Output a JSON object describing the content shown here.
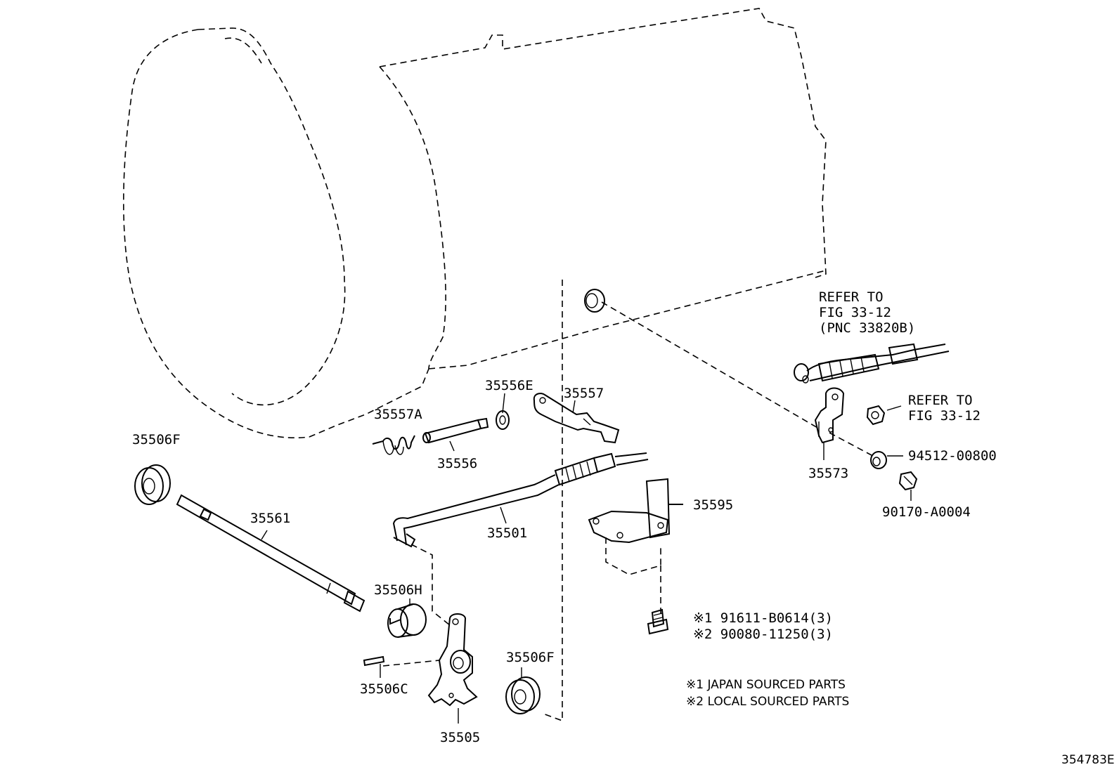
{
  "parts": {
    "p35506F_top": "35506F",
    "p35561": "35561",
    "p35557A": "35557A",
    "p35556": "35556",
    "p35556E": "35556E",
    "p35557": "35557",
    "p35501": "35501",
    "p35506H": "35506H",
    "p35506C": "35506C",
    "p35505": "35505",
    "p35506F_bot": "35506F",
    "p35595": "35595",
    "p35573": "35573",
    "p94512": "94512-00800",
    "p90170": "90170-A0004",
    "bolt1": "※1 91611-B0614(3)",
    "bolt2": "※2 90080-11250(3)"
  },
  "references": {
    "cable_ref": [
      "REFER TO",
      "FIG 33-12",
      "(PNC 33820B)"
    ],
    "nut_ref": [
      "REFER TO",
      "FIG 33-12"
    ]
  },
  "notes": {
    "note1": "※1 JAPAN SOURCED PARTS",
    "note2": "※2 LOCAL SOURCED PARTS"
  },
  "figure_id": "354783E"
}
